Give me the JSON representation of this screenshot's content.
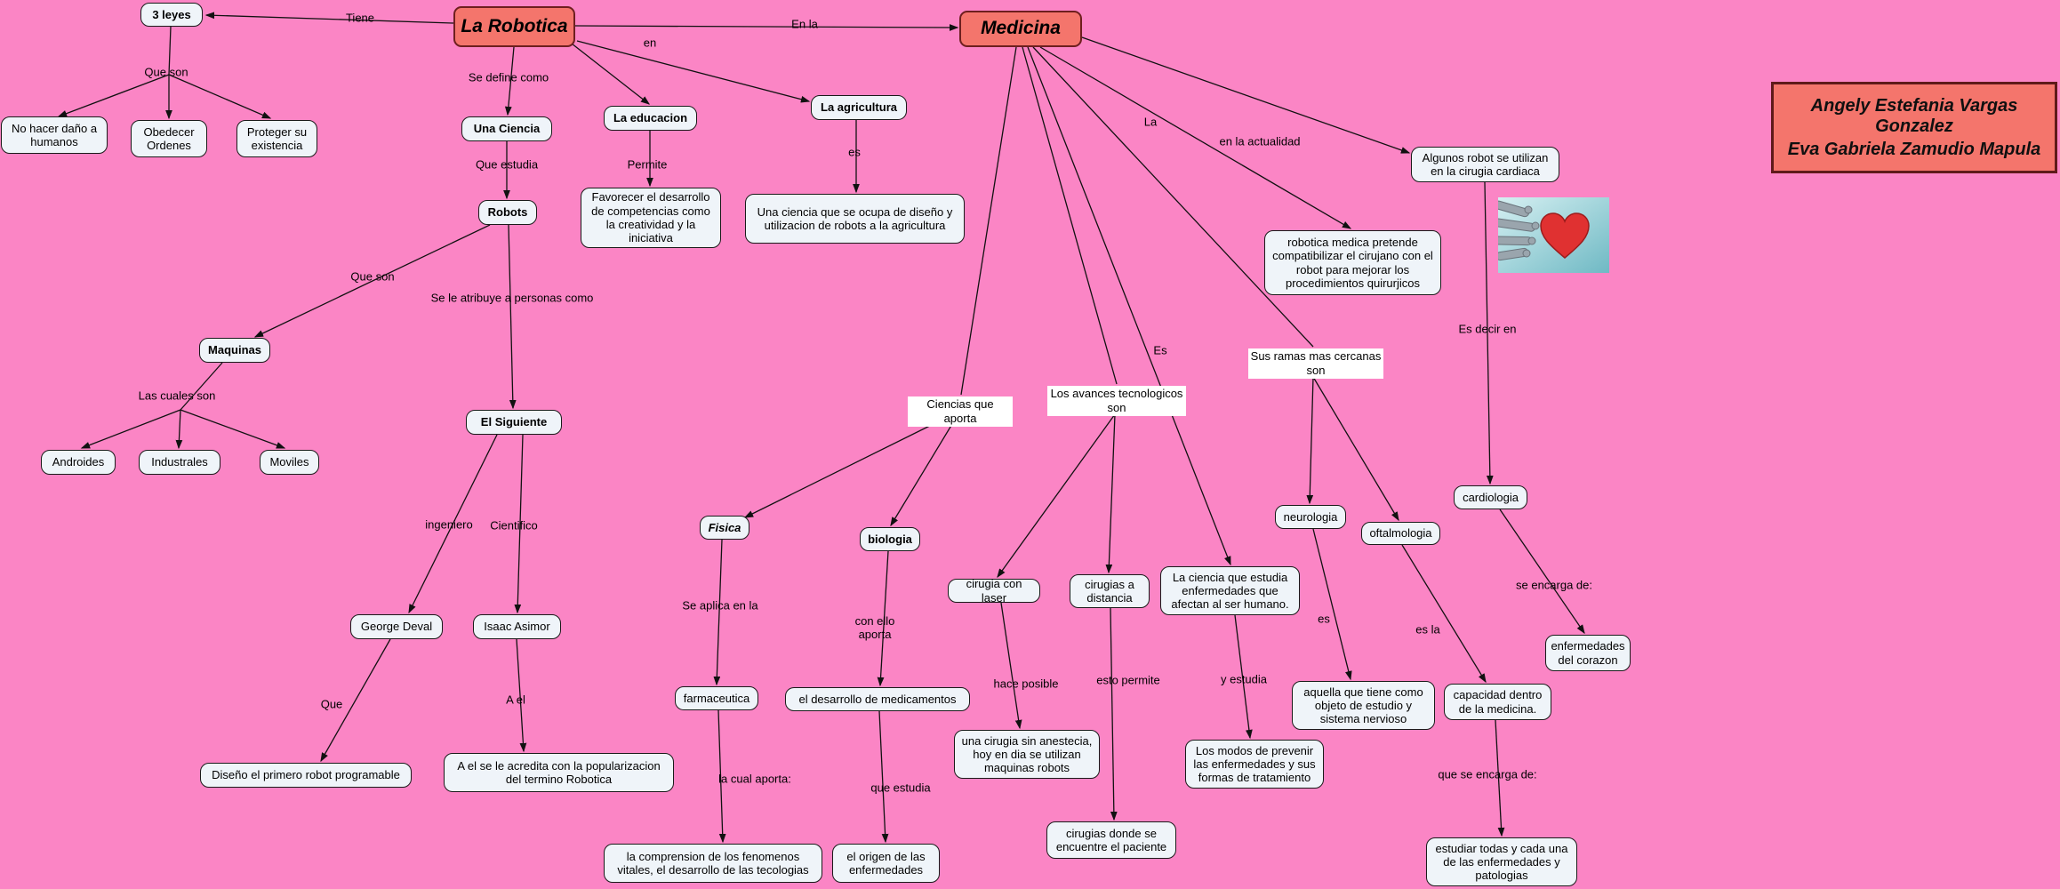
{
  "colors": {
    "background": "#fb85c5",
    "node_fill": "#eff4f9",
    "node_border": "#1a1a1a",
    "highlight_fill": "#f4756c",
    "highlight_border": "#6e1f1f",
    "line_color": "#111111"
  },
  "nodes": {
    "la_robotica": "La Robotica",
    "medicina": "Medicina",
    "tres_leyes": "3 leyes",
    "no_hacer_dano": "No hacer daño a humanos",
    "obedecer_ordenes": "Obedecer Ordenes",
    "proteger_existencia": "Proteger su existencia",
    "una_ciencia": "Una Ciencia",
    "la_educacion": "La educacion",
    "la_agricultura": "La agricultura",
    "favorecer_desarrollo": "Favorecer el desarrollo de competencias como la creatividad y la iniciativa",
    "ciencia_agricola": "Una ciencia que se ocupa de diseño y utilizacion de robots a la agricultura",
    "robots": "Robots",
    "maquinas": "Maquinas",
    "androides": "Androides",
    "industrales": "Industrales",
    "moviles": "Moviles",
    "el_siguiente": "El Siguiente",
    "george_deval": "George Deval",
    "isaac_asimor": "Isaac Asimor",
    "diseno_robot": "Diseño el primero robot programable",
    "acredita_termino": "A el se le acredita con la popularizacion del termino Robotica",
    "fisica": "Fisica",
    "biologia": "biologia",
    "farmaceutica": "farmaceutica",
    "desarrollo_medicamentos": "el desarrollo de medicamentos",
    "comprension_fenomenos": "la comprension de los fenomenos vitales, el desarrollo de las tecologias",
    "origen_enfermedades": "el origen de las enfermedades",
    "cirugia_laser": "cirugia con laser",
    "cirugias_distancia": "cirugias a distancia",
    "cirugia_sin_anestecia": "una cirugia sin anestecia, hoy en dia se utilizan maquinas robots",
    "cirugias_donde_paciente": "cirugias donde se encuentre el paciente",
    "ciencia_enfermedades": "La ciencia que estudia enfermedades que afectan al ser humano.",
    "modos_prevenir": "Los modos de prevenir las enfermedades y sus formas de tratamiento",
    "neurologia": "neurologia",
    "oftalmologia": "oftalmologia",
    "objeto_sistema_nervioso": "aquella que tiene como objeto de estudio y sistema nervioso",
    "capacidad_medicina": "capacidad dentro de la medicina.",
    "algunos_robot": "Algunos robot se utilizan en la cirugia cardiaca",
    "robotica_medica": "robotica medica pretende compatibilizar el cirujano con el robot para mejorar los procedimientos quirurjicos",
    "cardiologia": "cardiologia",
    "enfermedades_corazon": "enfermedades del corazon",
    "estudiar_enfermedades": "estudiar todas y cada una de las enfermedades y patologias"
  },
  "links": {
    "tiene": "Tiene",
    "en_la": "En la",
    "que_son_leyes": "Que son",
    "se_define_como": "Se define como",
    "en": "en",
    "que_estudia": "Que estudia",
    "permite": "Permite",
    "es_agricultura": "es",
    "que_son_robots": "Que son",
    "se_le_atribuye": "Se le atribuye a personas como",
    "las_cuales_son": "Las cuales son",
    "ingeniero": "ingeniero",
    "cientifico": "Cientifico",
    "que": "Que",
    "a_el": "A el",
    "ciencias_que_aporta": "Ciencias que aporta",
    "los_avances": "Los avances tecnologicos son",
    "es_medicina": "Es",
    "sus_ramas": "Sus ramas mas cercanas son",
    "la": "La",
    "en_la_actualidad": "en la actualidad",
    "es_decir_en": "Es decir en",
    "se_aplica_en_la": "Se aplica en la",
    "con_ello_aporta": "con ello aporta",
    "la_cual_aporta": "la cual aporta:",
    "que_estudia_2": "que estudia",
    "hace_posible": "hace posible",
    "esto_permite": "esto permite",
    "y_estudia": "y estudia",
    "es_neurologia": "es",
    "es_la": "es la",
    "se_encarga_de": "se encarga de:",
    "que_se_encarga_de": "que se encarga de:"
  },
  "authors": {
    "line1": "Angely Estefania Vargas Gonzalez",
    "line2": "Eva Gabriela Zamudio Mapula"
  },
  "image": {
    "name": "robot-hand-holding-heart-photo"
  }
}
